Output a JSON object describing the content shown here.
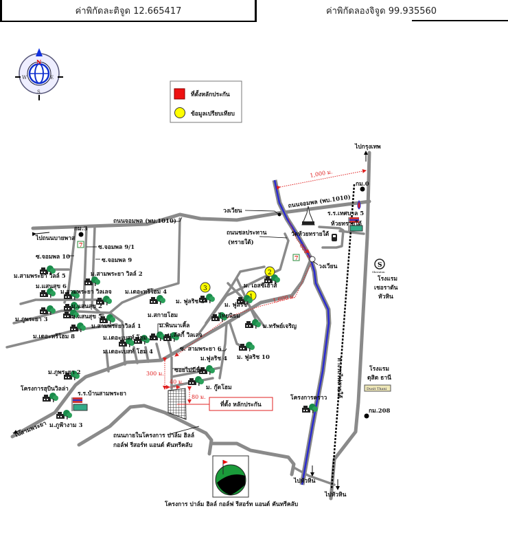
{
  "header": {
    "latitude": "ค่าพิกัดละติจูด 12.665417",
    "longitude": "ค่าพิกัดลองจิจูด 99.935560"
  },
  "compass": {
    "n": "N",
    "e": "E",
    "s": "S",
    "w": "W"
  },
  "legend": {
    "collateral": "ที่ตั้งหลักประกัน",
    "comparable": "ข้อมูลเปรียบเทียบ",
    "collateral_color": "#ee1111",
    "comparable_color": "#ffff00"
  },
  "markers": [
    "1",
    "2",
    "3"
  ],
  "callout": "ที่ตั้ง หลักประกัน",
  "distances": {
    "d1000": "1,000 ม.",
    "d600": "600 ม.",
    "d1600": "1,600 ม.",
    "d300": "300 ม.",
    "d40": "40 ม.",
    "d80": "80 ม."
  },
  "labels": {
    "jompol_road_w": "ถนนจอมพล (พบ.1010)",
    "km3": "กม.3",
    "to_bypass": "ไปถนนบายพาส",
    "soi_9_1": "ซ.จอมพล 9/1",
    "soi_10": "ซ.จอมพล 10",
    "soi_9": "ซ.จอมพล 9",
    "spv5": "ม.สามพระยา วิลล์ 5",
    "spv2": "ม.สามพระยา วิลล์ 2",
    "ss6": "ม.แสนสุข 6",
    "sp_village": "ม.สามพระยา วิลเลจ",
    "threehome4": "ม.เดอะทรีโฮม 4",
    "ss2": "ม.แสนสุข 2",
    "ss5": "ม.แสนสุข 5",
    "pp3": "ม.ภูพระยา 3",
    "spv1": "ม.สามพระยาวิลล์ 1",
    "threehome8": "ม.เดอะทรีโฮม 8",
    "skyhome": "ม.สกายโฮม",
    "fullrich3": "ม. ฟูลริช 3",
    "pinnacle": "ม.พินนาเคิ้ล",
    "lucky": "ม.ลัคกี้ วิลเลจ",
    "besthome3": "ม.เดอะเบสท์ โฮม 3",
    "besthome4": "ม.เดอะเบสท์ โฮม 4",
    "fullrich": "ม. ฟูลริช",
    "schouse": "ม. เอสซีเฮ้าส์",
    "thainiyom": "ม.ไทยนิยม",
    "sapcharoen": "ม.ทรัพย์เจริญ",
    "soi_sp6": "ซ. สามพระยา 6",
    "fullrich10": "ม. ฟูลริช 10",
    "fullrich4": "ม.ฟูลริช 4",
    "unnamed_soi": "ซอยไม่มีชื่อ",
    "goodhome": "ม. กู๊ดโฮม",
    "pp2": "ม.ภูพระยา 2",
    "hubin": "โครงการฮุบินวิลล่า",
    "school_sp": "ร.ร.บ้านสามพระยา",
    "pufa3": "ม.ภูฟ้างาม 3",
    "to_sampraya": "ไปสามพระยา",
    "inner_road1": "ถนนภายในโครงการ ปาล์ม ฮิลล์",
    "inner_road2": "กอล์ฟ รีสอร์ท แอนด์ คันทรีคลับ",
    "palm_hills": "โครงการ ปาล์ม ฮิลล์ กอล์ฟ รีสอร์ท แอนด์ คันทรีคลับ",
    "roundabout1": "วงเวียน",
    "chonprathan": "ถนนชลประทาน",
    "saitai": "(ทรายใต้)",
    "roundabout2": "วงเวียน",
    "jompol_road_e": "ถนนจอมพล (พบ.1010)",
    "wat": "วัดห้วยทรายใต้",
    "school5": "ร.ร.เทศบาล 5",
    "huaysai": "ห้วยทรายใต้",
    "km0": "กม.0",
    "to_bangkok": "ไปกรุงเทพ",
    "sheraton_logo": "Sheraton",
    "sheraton1": "โรงแรม",
    "sheraton2": "เชอราตัน",
    "sheraton3": "หัวหิน",
    "dusit1": "โรงแรม",
    "dusit2": "ดุสิต ธานี",
    "dusit_logo": "Dusit Thani",
    "km208": "กม.208",
    "krao": "โครงการคราว",
    "railway": "ทางรถไฟสายใต้",
    "to_huahin1": "ไปหัวหิน",
    "to_huahin2": "ไปหัวหิน"
  }
}
